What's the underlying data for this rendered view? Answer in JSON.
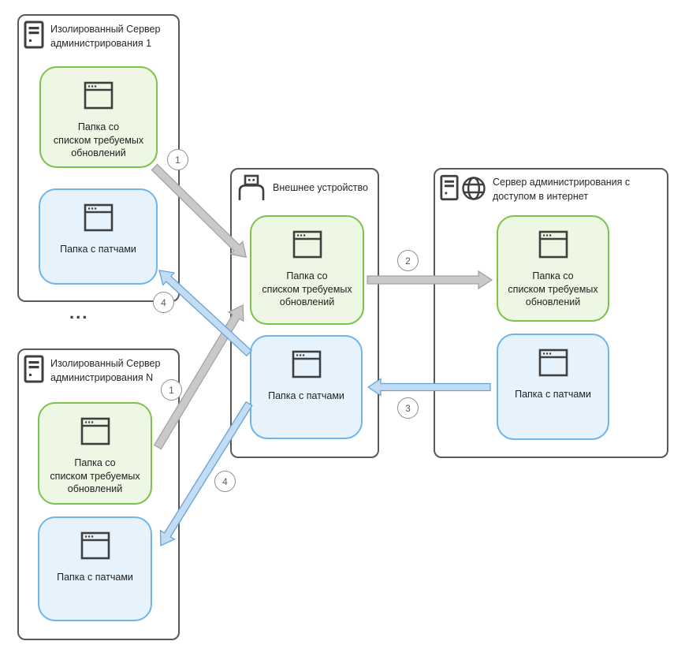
{
  "colors": {
    "outer_box_border": "#595959",
    "updates_folder_border": "#7CC24A",
    "updates_folder_fill": "#EDF7E3",
    "patches_folder_border": "#6FB4EA",
    "patches_folder_fill": "#E6F3FC",
    "gray_arrow_fill": "#C9C9C9",
    "blue_arrow_fill": "#C3DCF1",
    "icon_stroke": "#3F3F3F"
  },
  "boxes": {
    "iso1": {
      "title": "Изолированный Сервер\nадминистрирования 1",
      "updates_label": "Папка со\nсписком требуемых\nобновлений",
      "patches_label": "Папка с патчами"
    },
    "isoN": {
      "title": "Изолированный Сервер\nадминистрирования N",
      "updates_label": "Папка со\nсписком требуемых\nобновлений",
      "patches_label": "Папка с патчами"
    },
    "external": {
      "title": "Внешнее устройство",
      "updates_label": "Папка со\nсписком требуемых\nобновлений",
      "patches_label": "Папка с патчами"
    },
    "internet": {
      "title": "Сервер администрирования с\nдоступом в интернет",
      "updates_label": "Папка со\nсписком требуемых\nобновлений",
      "patches_label": "Папка с патчами"
    }
  },
  "ellipsis": "...",
  "steps": {
    "s1a": "1",
    "s1b": "1",
    "s2": "2",
    "s3": "3",
    "s4a": "4",
    "s4b": "4"
  }
}
